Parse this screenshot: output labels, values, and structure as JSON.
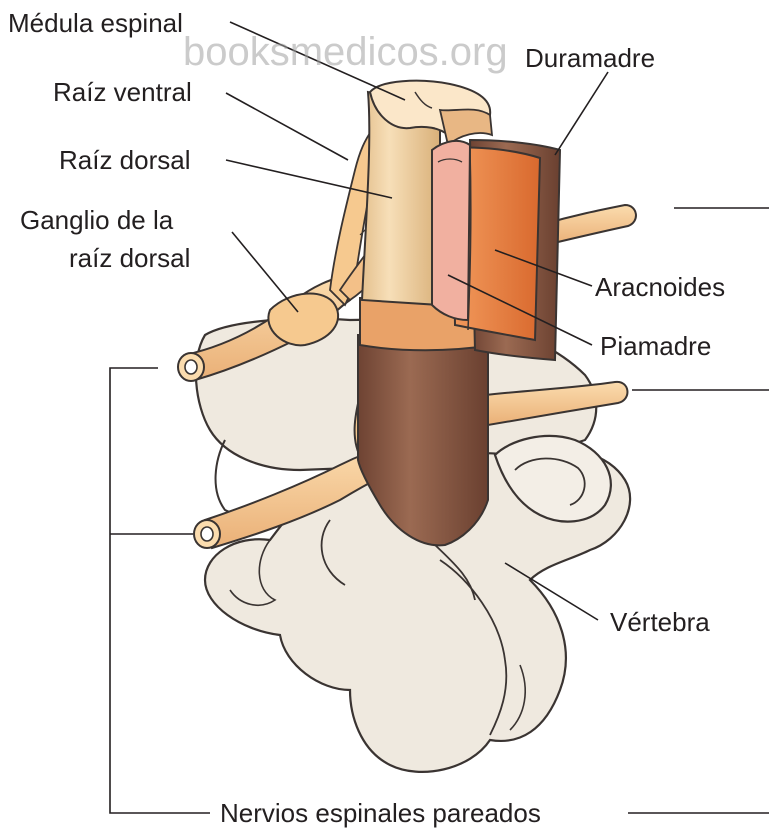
{
  "watermark": "booksmedicos.org",
  "labels": {
    "medula": "Médula espinal",
    "raiz_ventral": "Raíz ventral",
    "raiz_dorsal": "Raíz dorsal",
    "ganglio_1": "Ganglio de la",
    "ganglio_2": "raíz dorsal",
    "duramadre": "Duramadre",
    "aracnoides": "Aracnoides",
    "piamadre": "Piamadre",
    "vertebra": "Vértebra",
    "nervios": "Nervios espinales pareados"
  },
  "colors": {
    "bone": "#efe9df",
    "bone_outline": "#3a3432",
    "nerve": "#f6c98f",
    "cord": "#f3d3a6",
    "cord_light": "#fbe7c9",
    "dura": "#8a5a45",
    "dura_light": "#a8745a",
    "arachnoid": "#e57b3f",
    "pia": "#f1b0a0",
    "band": "#e9a268",
    "leader": "#231f20"
  }
}
